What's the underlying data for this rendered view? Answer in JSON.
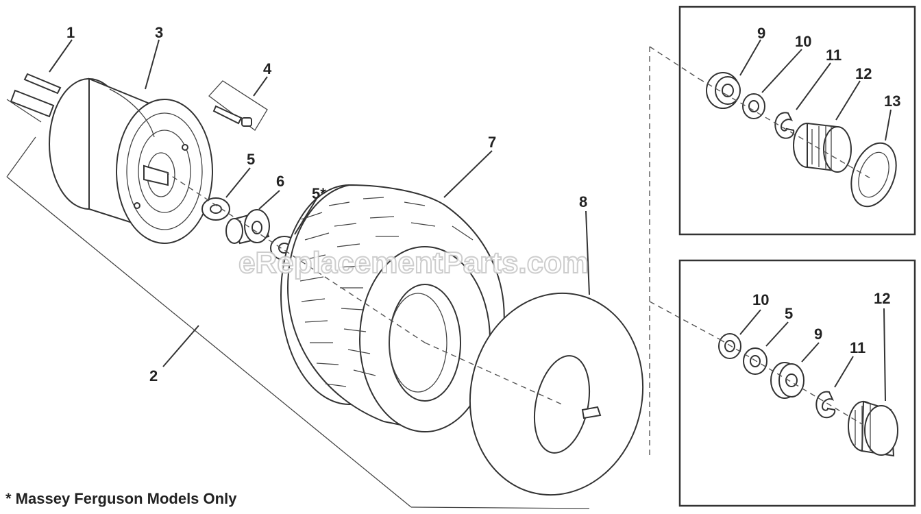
{
  "diagram": {
    "callouts": {
      "c1": "1",
      "c2": "2",
      "c3": "3",
      "c4": "4",
      "c5a": "5",
      "c6": "6",
      "c5star": "5*",
      "c7": "7",
      "c8": "8",
      "b1_9": "9",
      "b1_10": "10",
      "b1_11": "11",
      "b1_12": "12",
      "b1_13": "13",
      "b2_10": "10",
      "b2_5": "5",
      "b2_9": "9",
      "b2_11": "11",
      "b2_12": "12"
    },
    "watermark": "eReplacementParts.com",
    "footnote": "* Massey Ferguson Models Only"
  }
}
